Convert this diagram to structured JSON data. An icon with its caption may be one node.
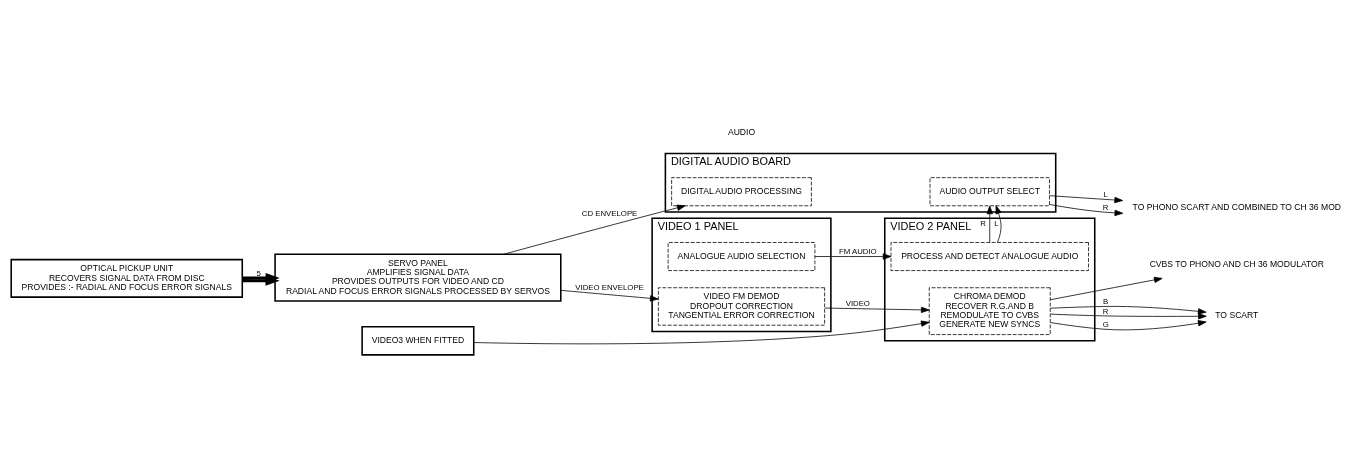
{
  "diagram": {
    "nodes": [
      {
        "text": [
          "OPTICAL PICKUP UNIT",
          "RECOVERS SIGNAL DATA FROM DISC",
          "PROVIDES :- RADIAL AND FOCUS ERROR SIGNALS"
        ]
      },
      {
        "text": [
          "SERVO PANEL",
          "AMPLIFIES SIGNAL DATA",
          "PROVIDES OUTPUTS FOR VIDEO AND CD",
          "RADIAL AND FOCUS ERROR SIGNALS PROCESSED BY SERVOS"
        ]
      },
      {
        "text": [
          "VIDEO 1 PANEL"
        ]
      },
      {
        "text": [
          "VIDEO FM DEMOD",
          "DROPOUT CORRECTION",
          "TANGENTIAL ERROR CORRECTION"
        ],
        "in": 2
      },
      {
        "text": [
          "ANALOGUE AUDIO SELECTION"
        ],
        "in": 2
      },
      {
        "text": [
          "VIDEO 2 PANEL"
        ]
      },
      {
        "text": [
          "CHROMA DEMOD",
          "RECOVER R.G.AND B",
          "REMODULATE TO CVBS",
          "GENERATE NEW SYNCS"
        ],
        "in": 5
      },
      {
        "text": [
          "PROCESS AND DETECT ANALOGUE AUDIO"
        ],
        "in": 5
      },
      {
        "text": [
          "VIDEO3 WHEN FITTED"
        ]
      },
      {
        "text": [
          "DIGITAL AUDIO BOARD"
        ]
      },
      {
        "text": [
          "DIGITAL AUDIO PROCESSING"
        ],
        "in": 9
      },
      {
        "text": [
          "AUDIO OUTPUT SELECT"
        ],
        "in": 9
      },
      {
        "text": [
          "TO SCART"
        ]
      },
      {
        "text": [
          "CVBS TO PHONO AND CH 36 MODULATOR"
        ]
      },
      {
        "text": [
          "TO PHONO SCART AND COMBINED TO CH 36 MOD"
        ]
      }
    ],
    "edges": [
      {
        "from": 0,
        "to": 1,
        "arrow": "to",
        "style": "thick",
        "label": "5"
      },
      {
        "from": 0,
        "to": 1,
        "arrow": "to",
        "style": "thick"
      },
      {
        "from": 1,
        "to": 3,
        "arrow": "to",
        "label": "VIDEO ENVELOPE"
      },
      {
        "from": 1,
        "to": 10,
        "arrow": "to",
        "label": "CD ENVELOPE"
      },
      {
        "from": 3,
        "to": 6,
        "arrow": "to",
        "label": "VIDEO"
      },
      {
        "from": 8,
        "to": 6,
        "arrow": "to"
      },
      {
        "from": 4,
        "to": 7,
        "arrow": "to",
        "label": "FM AUDIO"
      },
      {
        "from": 7,
        "to": 11,
        "arrow": "to",
        "label": "L"
      },
      {
        "from": 7,
        "to": 11,
        "arrow": "to",
        "label": "R"
      },
      {
        "from": 6,
        "to": 12,
        "arrow": "to",
        "label": "R"
      },
      {
        "from": 6,
        "to": 12,
        "arrow": "to",
        "label": "G"
      },
      {
        "from": 6,
        "to": 12,
        "arrow": "to",
        "label": "B"
      },
      {
        "from": 6,
        "to": 13,
        "arrow": "to"
      },
      {
        "from": 11,
        "to": 14,
        "arrow": "to",
        "label": "L"
      },
      {
        "from": 11,
        "to": 14,
        "arrow": "to",
        "label": "R"
      }
    ],
    "labels": [
      "AUDIO"
    ]
  }
}
